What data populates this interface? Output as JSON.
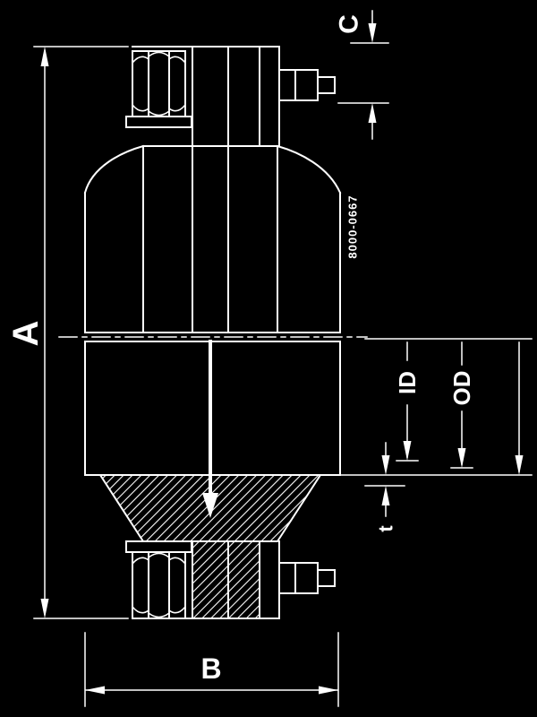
{
  "colors": {
    "background": "#000000",
    "line": "#ffffff"
  },
  "part_number": "8000-0667",
  "dims": {
    "a": "A",
    "b": "B",
    "c": "C",
    "id": "ID",
    "od": "OD",
    "t": "t"
  }
}
